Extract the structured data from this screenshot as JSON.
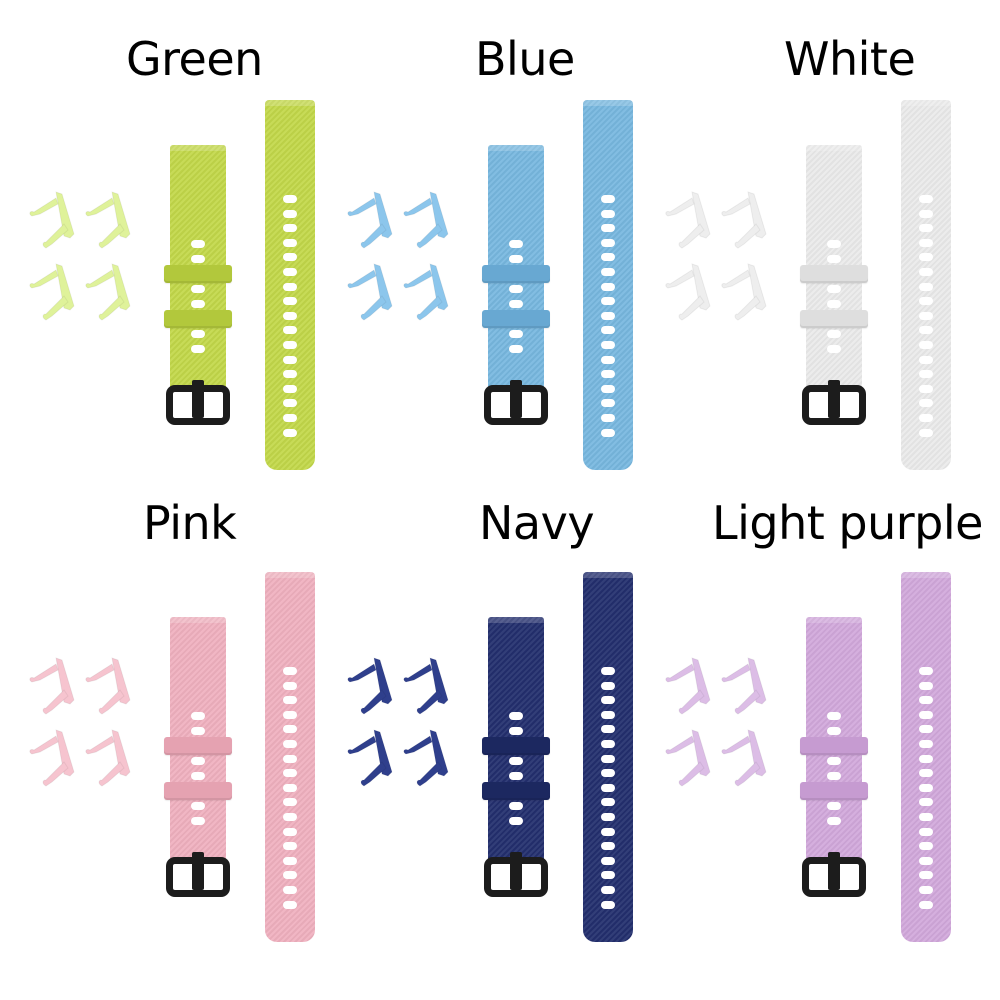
{
  "image": {
    "description": "Product photo grid of silicone watch band replacements in six colors, each with a short strap with black buckle, a long strap with holes, and four connector adapters",
    "background": "#ffffff"
  },
  "variants": [
    {
      "label": "Green",
      "color": "#c3d84a",
      "shade": "#b2c83c",
      "connector_color": "#dff29a"
    },
    {
      "label": "Blue",
      "color": "#78b8e0",
      "shade": "#68a8d2",
      "connector_color": "#8cc6ec"
    },
    {
      "label": "White",
      "color": "#ebebeb",
      "shade": "#dedede",
      "connector_color": "#eeeeee"
    },
    {
      "label": "Pink",
      "color": "#f0b1bf",
      "shade": "#e5a2b1",
      "connector_color": "#f6c4cf"
    },
    {
      "label": "Navy",
      "color": "#232f6e",
      "shade": "#1c2860",
      "connector_color": "#2f3f8c"
    },
    {
      "label": "Light purple",
      "color": "#d2a9dc",
      "shade": "#c69bd1",
      "connector_color": "#dcbde6"
    }
  ],
  "parts_per_variant": {
    "short_strap_holes": 6,
    "long_strap_holes": 17,
    "keepers": 2,
    "connectors": 4,
    "buckle_color": "#1c1c1c"
  }
}
